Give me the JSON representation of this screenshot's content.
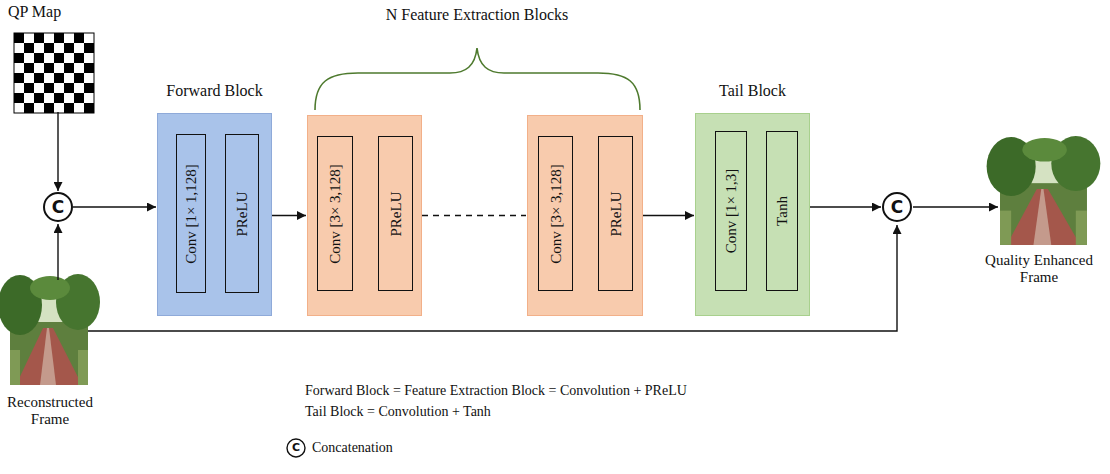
{
  "diagram": {
    "nodes": [
      {
        "text": [
          "C"
        ]
      },
      {
        "text": [
          "Forward Block"
        ]
      },
      {
        "text": [
          "Conv [1× 1,128]"
        ],
        "in": 1
      },
      {
        "text": [
          "PReLU"
        ],
        "in": 1
      },
      {
        "text": []
      },
      {
        "text": [
          "Conv [3× 3,128]"
        ],
        "in": 4
      },
      {
        "text": [
          "PReLU"
        ],
        "in": 4
      },
      {
        "text": []
      },
      {
        "text": [
          "Conv [3× 3,128]"
        ],
        "in": 7
      },
      {
        "text": [
          "PReLU"
        ],
        "in": 7
      },
      {
        "text": [
          "Tail Block"
        ]
      },
      {
        "text": [
          "Conv [1× 1,3]"
        ],
        "in": 10
      },
      {
        "text": [
          "Tanh"
        ],
        "in": 10
      },
      {
        "text": [
          "C"
        ]
      }
    ],
    "edges": [
      {
        "from": 0,
        "to": 1,
        "arrow": "to"
      },
      {
        "from": 2,
        "to": 3,
        "arrow": "to"
      },
      {
        "from": 1,
        "to": 4,
        "arrow": "to"
      },
      {
        "from": 5,
        "to": 6,
        "arrow": "to"
      },
      {
        "from": 4,
        "to": 7,
        "arrow": "none"
      },
      {
        "from": 8,
        "to": 9,
        "arrow": "to"
      },
      {
        "from": 7,
        "to": 10,
        "arrow": "to"
      },
      {
        "from": 11,
        "to": 12,
        "arrow": "to"
      },
      {
        "from": 10,
        "to": 13,
        "arrow": "to"
      }
    ],
    "labels": [
      "QP Map",
      "N Feature Extraction Blocks",
      "Reconstructed Frame",
      "Quality Enhanced Frame",
      "Forward Block = Feature Extraction Block = Convolution + PReLU",
      "Tail Block = Convolution + Tanh",
      "C"
    ],
    "legend": [
      {
        "text": "Concatenation"
      }
    ]
  }
}
